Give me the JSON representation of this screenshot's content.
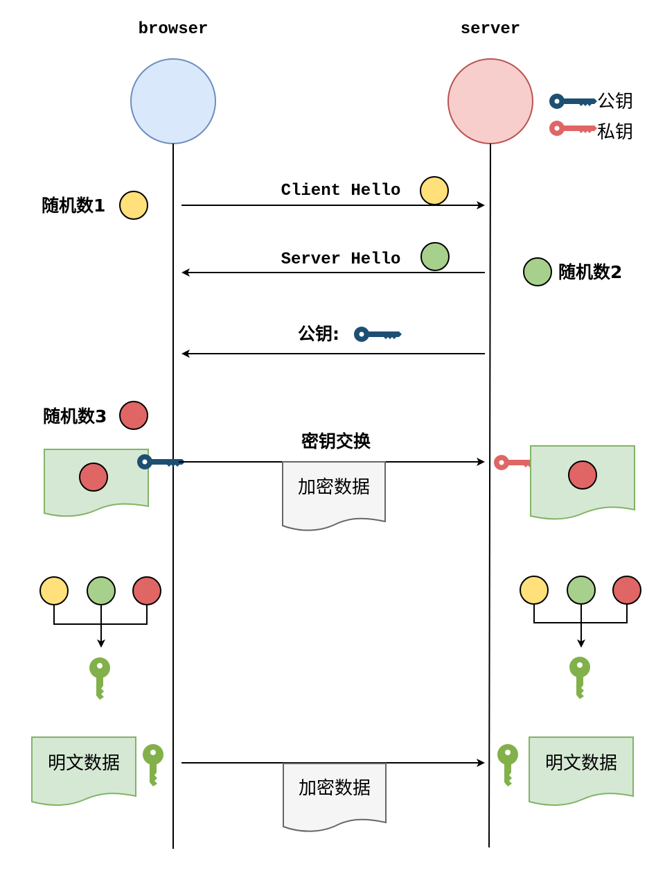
{
  "actors": {
    "browser": "browser",
    "server": "server"
  },
  "legend": {
    "public_key": "公钥",
    "private_key": "私钥"
  },
  "random1": "随机数1",
  "random2": "随机数2",
  "random3": "随机数3",
  "messages": {
    "client_hello": "Client Hello",
    "server_hello": "Server Hello",
    "public_key": "公钥:",
    "key_exchange": "密钥交换"
  },
  "documents": {
    "encrypted_1": "加密数据",
    "encrypted_2": "加密数据",
    "plain_left": "明文数据",
    "plain_right": "明文数据"
  },
  "colors": {
    "browser_fill": "#dae8fc",
    "browser_stroke": "#6c8ebf",
    "server_fill": "#f8cecc",
    "server_stroke": "#b85450",
    "yellow": "#ffe07a",
    "green": "#a8d08d",
    "red": "#e06666",
    "public_key": "#1d4f73",
    "private_key": "#e06666",
    "session_key": "#82b04a",
    "doc_fill": "#d5e8d4",
    "doc_stroke": "#82b366",
    "enc_fill": "#f5f5f5",
    "enc_stroke": "#666666"
  }
}
